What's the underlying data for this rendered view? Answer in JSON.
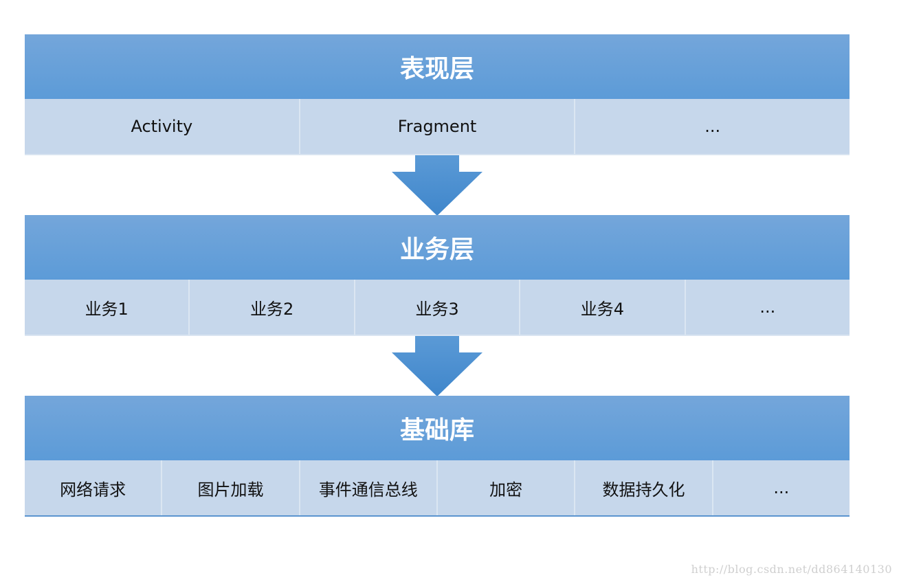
{
  "layers": [
    {
      "title": "表现层",
      "items": [
        "Activity",
        "Fragment",
        "..."
      ]
    },
    {
      "title": "业务层",
      "items": [
        "业务1",
        "业务2",
        "业务3",
        "业务4",
        "..."
      ]
    },
    {
      "title": "基础库",
      "items": [
        "网络请求",
        "图片加载",
        "事件通信总线",
        "加密",
        "数据持久化",
        "..."
      ]
    }
  ],
  "watermark": "http://blog.csdn.net/dd864140130",
  "colors": {
    "header": "#5c9bd8",
    "cell": "#c6d7eb",
    "arrow": "#4a8fd0"
  }
}
